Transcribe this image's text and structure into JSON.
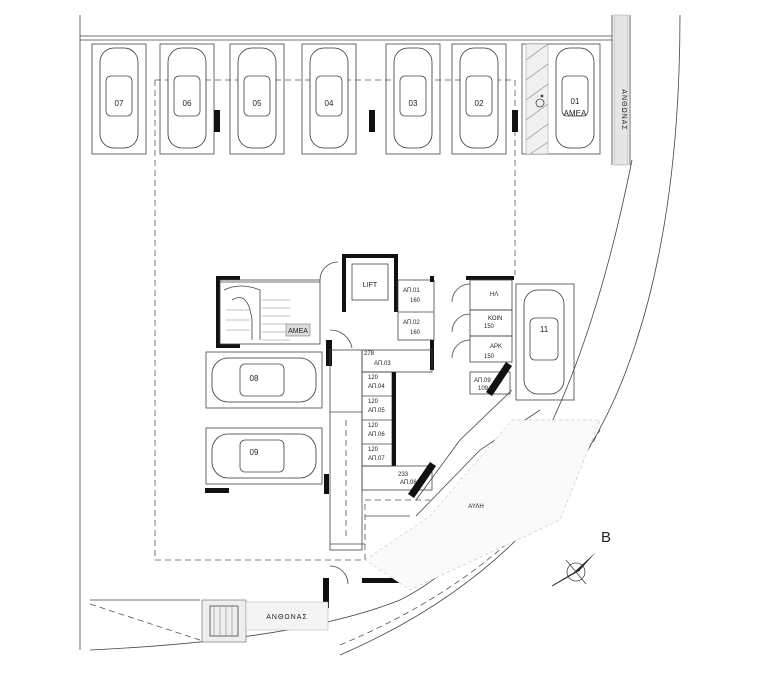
{
  "parking": {
    "top_spaces": [
      "07",
      "06",
      "05",
      "04",
      "03",
      "02",
      "01"
    ],
    "accessible_label": "ΑΜΕΑ",
    "middle_spaces": [
      "08",
      "09"
    ],
    "side_space": "11"
  },
  "core": {
    "lift_label": "LIFT",
    "stair_accessible_label": "ΑΜΕΑ"
  },
  "storage": [
    {
      "id": "ΑΠ.01",
      "size": "160"
    },
    {
      "id": "ΑΠ.02",
      "size": "160"
    },
    {
      "id": "ΑΠ.03",
      "size": "278"
    },
    {
      "id": "ΑΠ.04",
      "size": "120"
    },
    {
      "id": "ΑΠ.05",
      "size": "120"
    },
    {
      "id": "ΑΠ.06",
      "size": "120"
    },
    {
      "id": "ΑΠ.07",
      "size": "120"
    },
    {
      "id": "ΑΠ.08",
      "size": "233"
    },
    {
      "id": "ΑΠ.09",
      "size": "109"
    }
  ],
  "rooms": {
    "ha": "ΗΛ",
    "koin": {
      "label": "ΚΟΙΝ",
      "size": "150"
    },
    "ark": {
      "label": "ΑΡΚ",
      "size": "150"
    },
    "yard": "ΑΥΛΗ"
  },
  "street_name": "ΑΝΘΩΝΑΣ",
  "north_label": "B"
}
